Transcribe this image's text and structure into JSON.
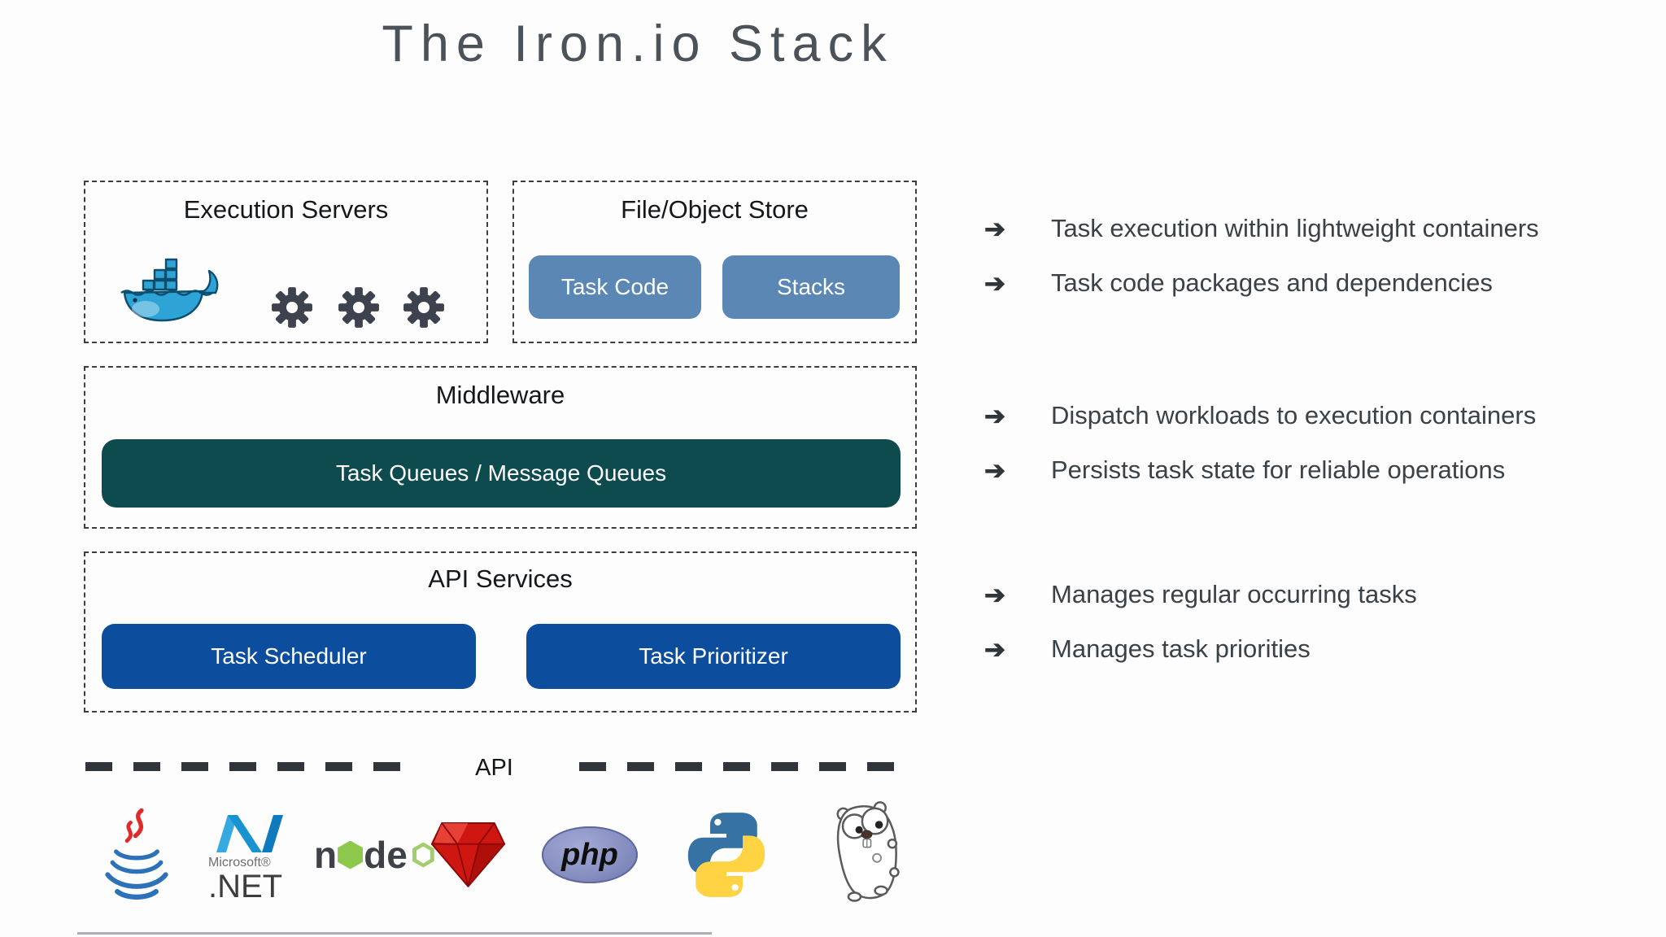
{
  "title": "The Iron.io Stack",
  "stack": {
    "execution_servers": {
      "label": "Execution Servers"
    },
    "file_object_store": {
      "label": "File/Object Store",
      "items": [
        {
          "label": "Task Code"
        },
        {
          "label": "Stacks"
        }
      ]
    },
    "middleware": {
      "label": "Middleware",
      "bar_label": "Task Queues / Message Queues"
    },
    "api_services": {
      "label": "API Services",
      "items": [
        {
          "label": "Task Scheduler"
        },
        {
          "label": "Task Prioritizer"
        }
      ]
    },
    "api_divider_label": "API"
  },
  "notes": [
    {
      "arrow": "➔",
      "text": "Task execution within lightweight containers"
    },
    {
      "arrow": "➔",
      "text": "Task code packages and dependencies"
    },
    {
      "arrow": "➔",
      "text": "Dispatch workloads to execution containers"
    },
    {
      "arrow": "➔",
      "text": "Persists task state for reliable operations"
    },
    {
      "arrow": "➔",
      "text": "Manages regular occurring tasks"
    },
    {
      "arrow": "➔",
      "text": "Manages task priorities"
    }
  ],
  "languages": {
    "java": {
      "name": "Java"
    },
    "dotnet": {
      "name": "Microsoft .NET",
      "text_top": "Microsoft®",
      "text_bottom": ".NET"
    },
    "nodejs": {
      "name": "Node.js",
      "letter_n": "n",
      "letters_de": "de"
    },
    "ruby": {
      "name": "Ruby"
    },
    "php": {
      "name": "PHP",
      "text": "php"
    },
    "python": {
      "name": "Python"
    },
    "go": {
      "name": "Go gopher"
    }
  },
  "colors": {
    "store_button_blue": "#5b87b5",
    "middleware_teal": "#0e4b4f",
    "api_button_blue": "#0c4d9e",
    "title_gray": "#4b525a",
    "text_dark": "#3a4147",
    "node_green": "#8cc84b",
    "docker_blue": "#2ea3d6",
    "python_blue": "#3672a4",
    "python_yellow": "#ffd343",
    "ruby_red": "#cf1711",
    "php_purple": "#8790c1",
    "java_red": "#e02a2a",
    "java_blue": "#2d71b8",
    "dotnet_blue": "#36a9e1"
  }
}
